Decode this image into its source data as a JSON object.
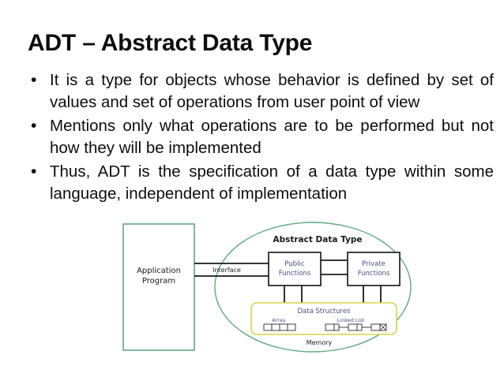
{
  "slide": {
    "title": "ADT – Abstract Data Type",
    "bullets": [
      "It is a type for objects whose behavior is defined by set of values and set of operations from user point of view",
      "Mentions only what operations are to be performed but not how they will be implemented",
      "Thus, ADT is the specification of a data type within some language, independent of implementation"
    ],
    "bullet_marker": "•"
  },
  "diagram": {
    "title": "Abstract Data Type",
    "application_program": {
      "line1": "Application",
      "line2": "Program"
    },
    "interface_label": "Interface",
    "public_functions": {
      "line1": "Public",
      "line2": "Functions"
    },
    "private_functions": {
      "line1": "Private",
      "line2": "Functions"
    },
    "data_structures_label": "Data Structures",
    "array_label": "Array",
    "array_cells": 4,
    "linked_list_label": "Linked List",
    "linked_list_nodes": 3,
    "memory_label": "Memory",
    "colors": {
      "green": "#5ea97f",
      "yellow": "#d6d24a",
      "box_border": "#2b2b2b",
      "blue_text": "#4a4f86",
      "black_text": "#1a1a1a"
    }
  }
}
